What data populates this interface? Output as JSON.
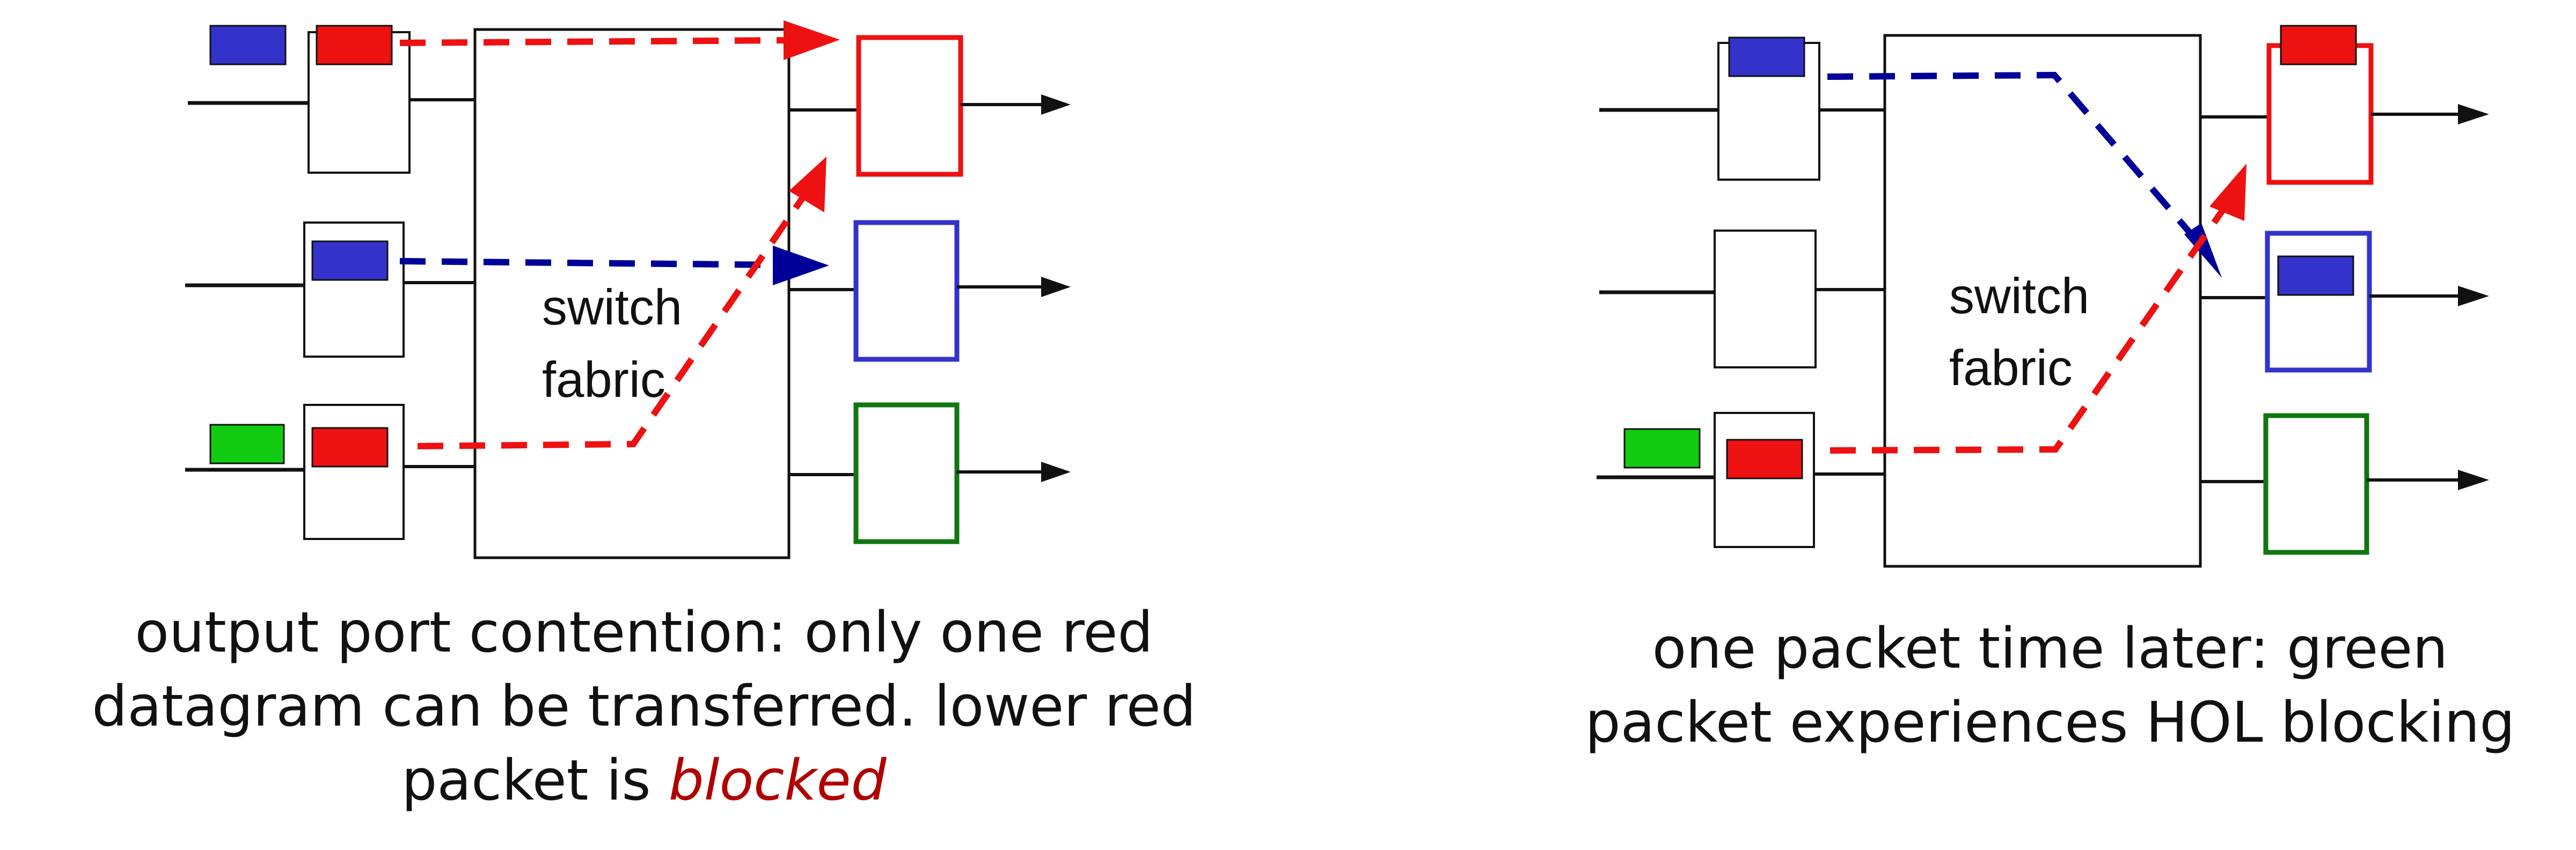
{
  "left_panel": {
    "fabric_label_line1": "switch",
    "fabric_label_line2": "fabric",
    "caption_line1": "output port contention: only one red",
    "caption_line2": "datagram can be transferred. lower red",
    "caption_line3_prefix": "packet is ",
    "caption_line3_emphasis": "blocked"
  },
  "right_panel": {
    "fabric_label_line1": "switch",
    "fabric_label_line2": "fabric",
    "caption_line1": "one packet time later: green",
    "caption_line2": "packet experiences HOL blocking"
  },
  "colors": {
    "red": "#ee1111",
    "blue": "#3333cc",
    "green": "#11cc11",
    "dark_blue_arrow": "#000099",
    "emphasis": "#b00000",
    "outline": "#111111",
    "port_green": "#117711"
  }
}
